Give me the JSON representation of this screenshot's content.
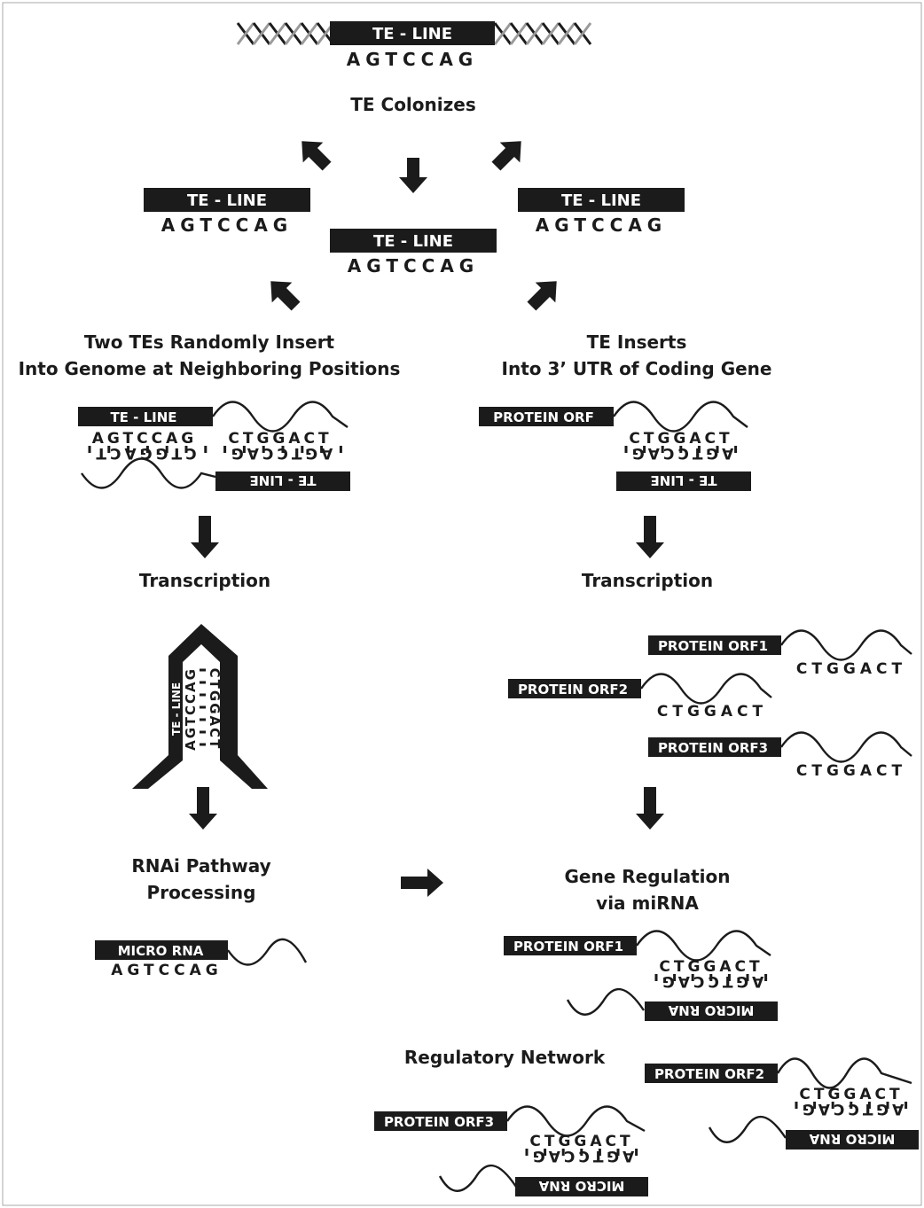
{
  "diagram": {
    "te_line_label": "TE - LINE",
    "sequence": "AGTCCAG",
    "complement_sequence": "CTGGACT",
    "protein_orf_label": "PROTEIN ORF",
    "protein_orf1_label": "PROTEIN ORF1",
    "protein_orf2_label": "PROTEIN ORF2",
    "protein_orf3_label": "PROTEIN ORF3",
    "micro_rna_label": "MICRO RNA",
    "headings": {
      "te_colonizes": "TE Colonizes",
      "two_tes_line1": "Two TEs Randomly Insert",
      "two_tes_line2": "Into Genome at Neighboring Positions",
      "te_inserts_line1": "TE Inserts",
      "te_inserts_line2": "Into 3’ UTR of Coding Gene",
      "transcription_left": "Transcription",
      "transcription_right": "Transcription",
      "rnai_line1": "RNAi Pathway",
      "rnai_line2": "Processing",
      "gene_reg_line1": "Gene Regulation",
      "gene_reg_line2": "via miRNA",
      "regulatory_network": "Regulatory Network"
    }
  }
}
